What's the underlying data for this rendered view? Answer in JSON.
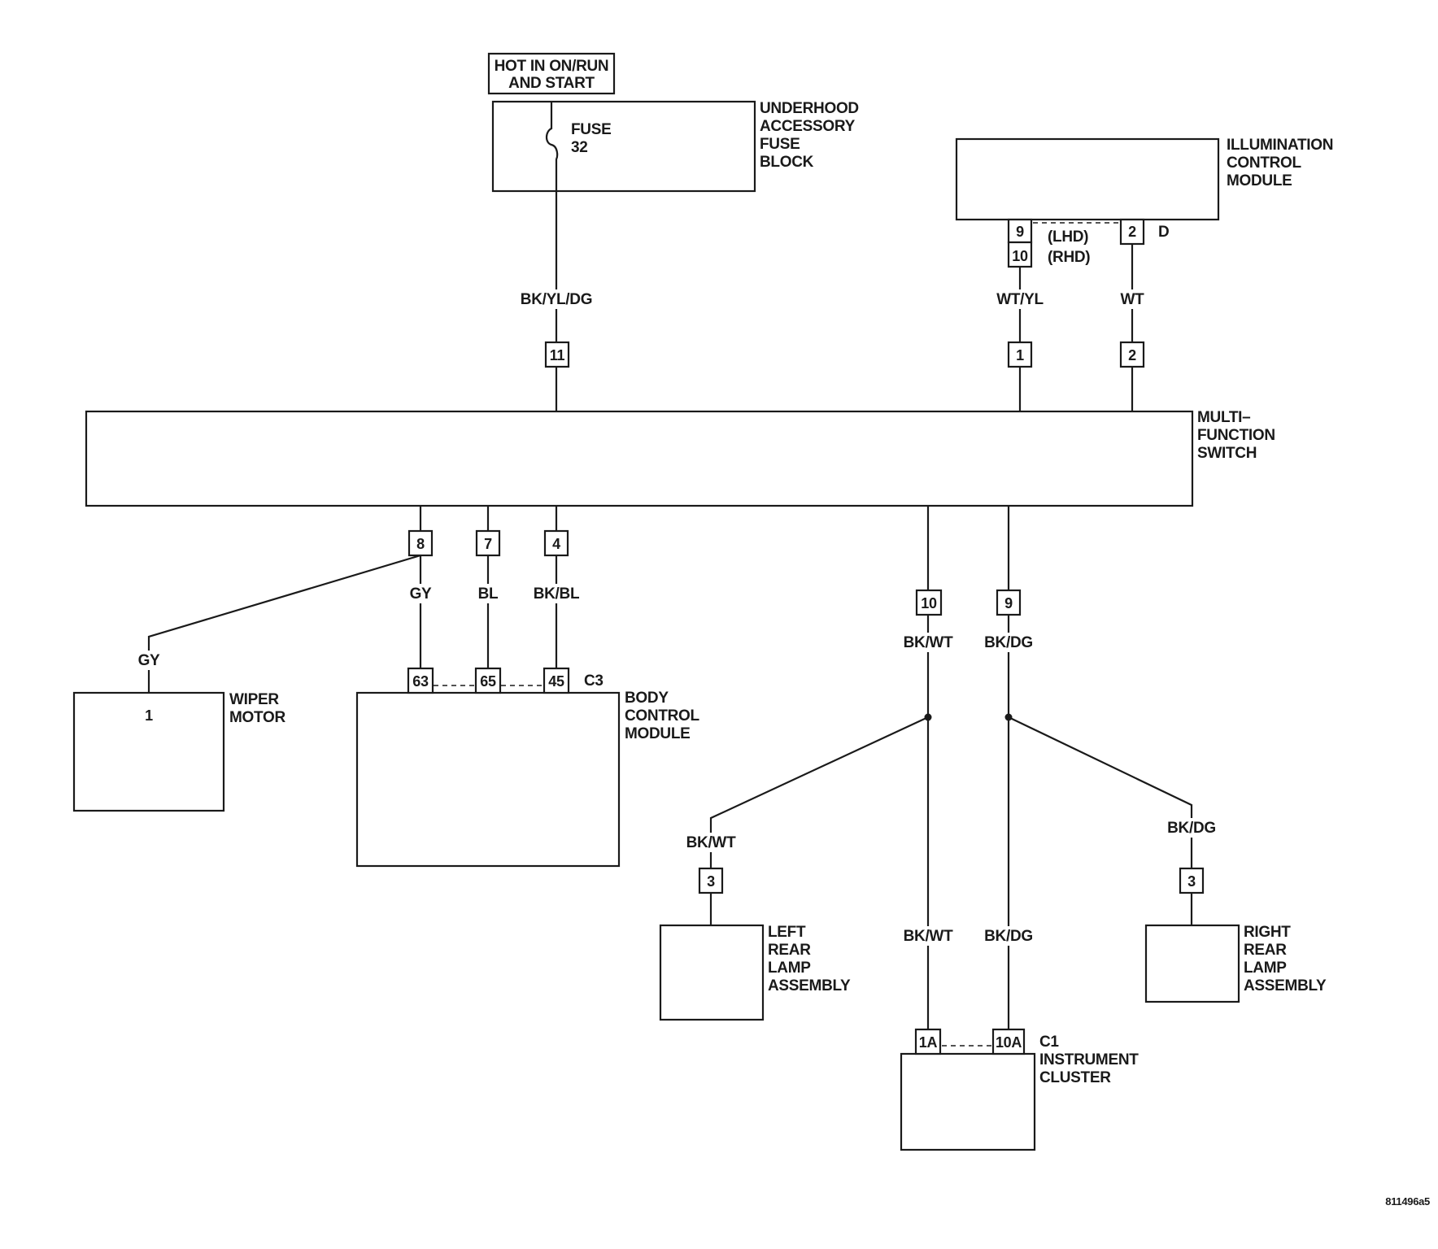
{
  "hot_label": [
    "HOT IN ON/RUN",
    "AND START"
  ],
  "components": {
    "fuse_block": {
      "label": [
        "UNDERHOOD",
        "ACCESSORY",
        "FUSE",
        "BLOCK"
      ],
      "fuse_label": [
        "FUSE",
        "32"
      ]
    },
    "illumination_control_module": {
      "label": [
        "ILLUMINATION",
        "CONTROL",
        "MODULE"
      ],
      "pins": [
        "9",
        "10",
        "2"
      ],
      "pin_notes": [
        "(LHD)",
        "(RHD)"
      ],
      "connector": "D"
    },
    "multifunction_switch": {
      "label": [
        "MULTI–",
        "FUNCTION",
        "SWITCH"
      ],
      "top_pins": [
        "11",
        "1",
        "2"
      ],
      "bottom_pins": [
        "8",
        "7",
        "4",
        "10",
        "9"
      ]
    },
    "wiper_motor": {
      "label": [
        "WIPER",
        "MOTOR"
      ],
      "pin": "1"
    },
    "body_control_module": {
      "label": [
        "BODY",
        "CONTROL",
        "MODULE"
      ],
      "pins": [
        "63",
        "65",
        "45"
      ],
      "connector": "C3"
    },
    "left_rear_lamp_assembly": {
      "label": [
        "LEFT",
        "REAR",
        "LAMP",
        "ASSEMBLY"
      ],
      "pin": "3"
    },
    "right_rear_lamp_assembly": {
      "label": [
        "RIGHT",
        "REAR",
        "LAMP",
        "ASSEMBLY"
      ],
      "pin": "3"
    },
    "instrument_cluster": {
      "label": [
        "INSTRUMENT",
        "CLUSTER"
      ],
      "pins": [
        "1A",
        "10A"
      ],
      "connector": "C1"
    }
  },
  "wires": {
    "fuse_to_mfs": "BK/YL/DG",
    "icm9_to_mfs1": "WT/YL",
    "icm2_to_mfs2": "WT",
    "gy_to_bcm": "GY",
    "gy_to_wiper": "GY",
    "bl": "BL",
    "bk_bl": "BK/BL",
    "bk_wt": "BK/WT",
    "bk_dg": "BK/DG",
    "bk_wt_left": "BK/WT",
    "bk_dg_right": "BK/DG",
    "bk_wt_cluster": "BK/WT",
    "bk_dg_cluster": "BK/DG"
  },
  "figure_code": "811496a5"
}
